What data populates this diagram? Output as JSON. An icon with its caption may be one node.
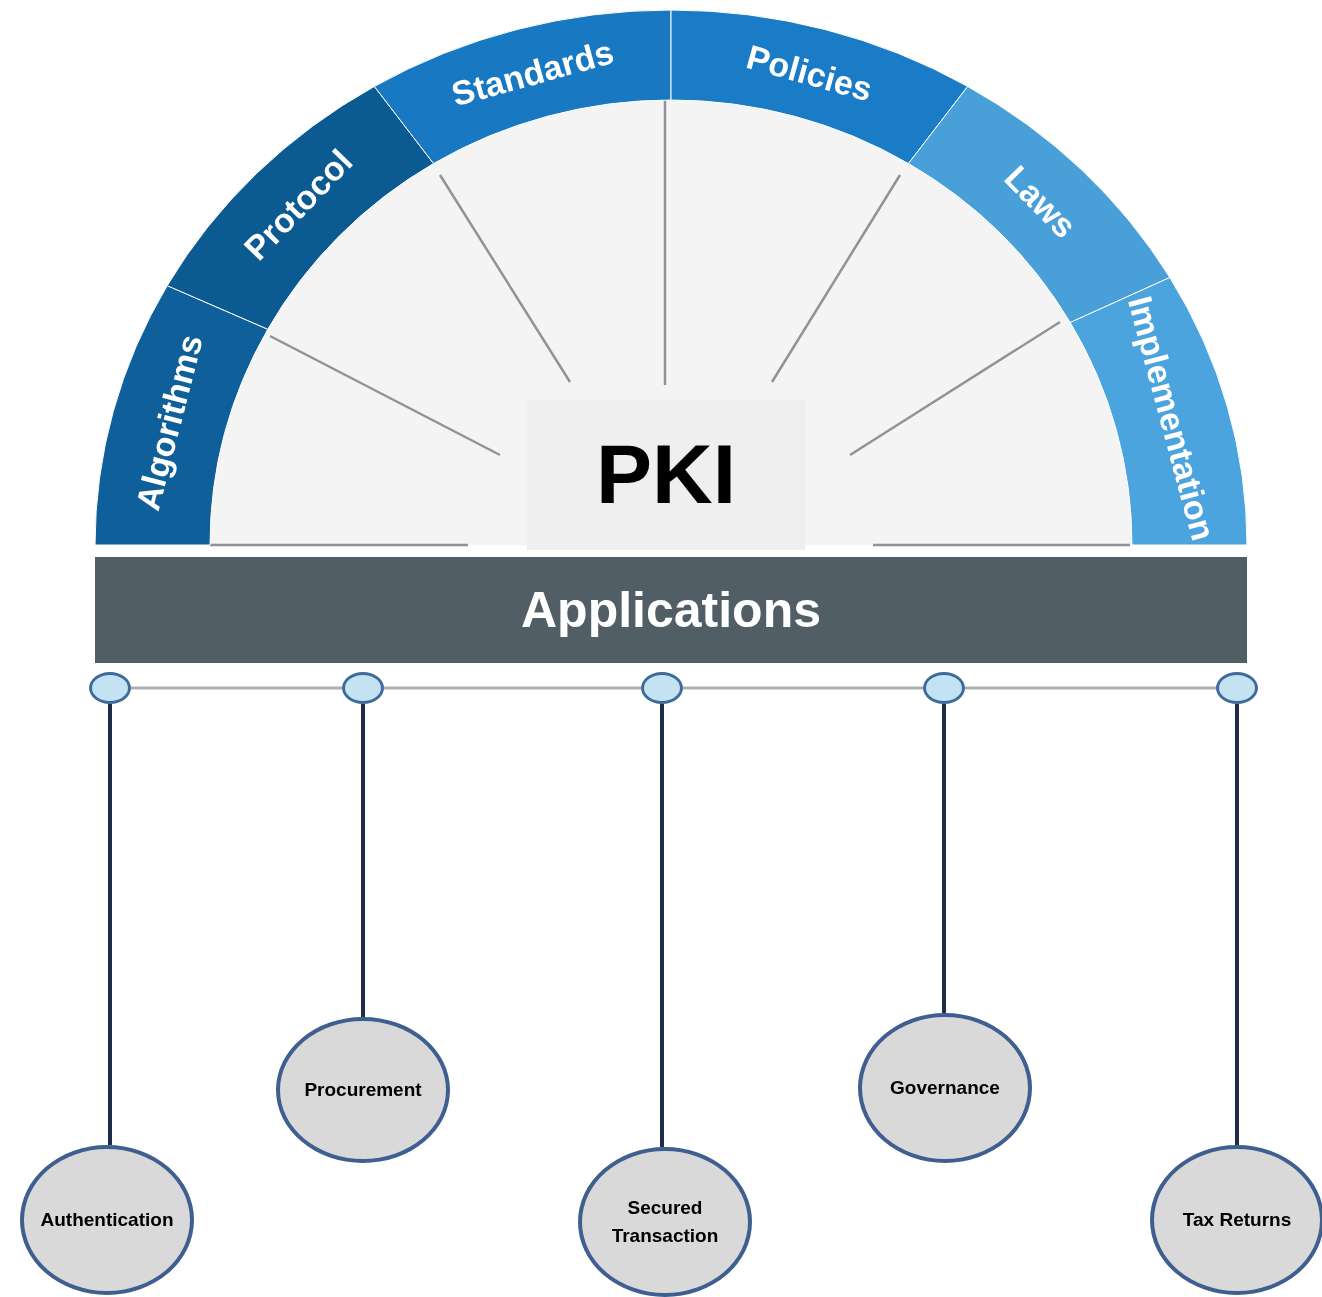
{
  "diagram": {
    "nodes": [
      {
        "text": [
          "PKI"
        ]
      },
      {
        "text": [
          "Algorithms"
        ]
      },
      {
        "text": [
          "Protocol"
        ]
      },
      {
        "text": [
          "Standards"
        ]
      },
      {
        "text": [
          "Policies"
        ]
      },
      {
        "text": [
          "Laws"
        ]
      },
      {
        "text": [
          "Implementation"
        ]
      },
      {
        "text": [
          "Applications"
        ]
      },
      {
        "text": [],
        "shape": "circle"
      },
      {
        "text": [],
        "shape": "circle"
      },
      {
        "text": [],
        "shape": "circle"
      },
      {
        "text": [],
        "shape": "circle"
      },
      {
        "text": [],
        "shape": "circle"
      },
      {
        "text": [
          "Authentication"
        ]
      },
      {
        "text": [
          "Procurement"
        ]
      },
      {
        "text": [
          "Secured Transaction"
        ]
      },
      {
        "text": [
          "Governance"
        ]
      },
      {
        "text": [
          "Tax Returns"
        ]
      }
    ],
    "edges": [
      {
        "from": 8,
        "to": 9,
        "arrow": "none",
        "color": "#a9b1b6"
      },
      {
        "from": 9,
        "to": 10,
        "arrow": "none",
        "color": "#a9b1b6"
      },
      {
        "from": 10,
        "to": 11,
        "arrow": "none",
        "color": "#a9b1b6"
      },
      {
        "from": 11,
        "to": 12,
        "arrow": "none",
        "color": "#a9b1b6"
      },
      {
        "from": 8,
        "to": 13,
        "arrow": "none"
      },
      {
        "from": 9,
        "to": 14,
        "arrow": "none"
      },
      {
        "from": 10,
        "to": 15,
        "arrow": "none"
      },
      {
        "from": 11,
        "to": 16,
        "arrow": "none"
      },
      {
        "from": 12,
        "to": 17,
        "arrow": "none"
      }
    ]
  }
}
